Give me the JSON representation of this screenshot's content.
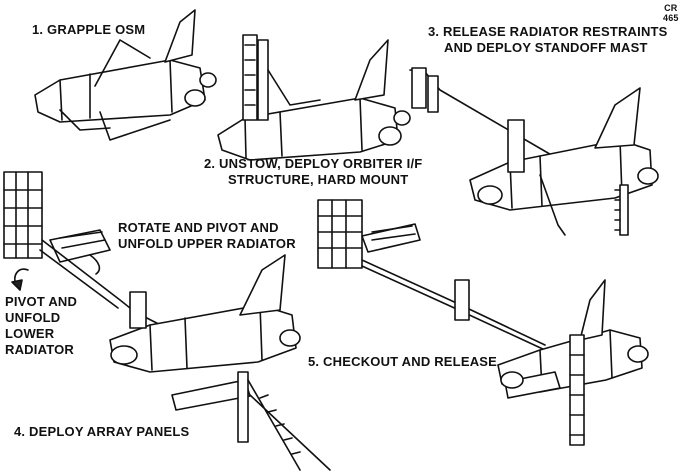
{
  "figure": {
    "id_tag": [
      "CR",
      "465"
    ],
    "colors": {
      "ink": "#111111",
      "background": "#ffffff"
    }
  },
  "steps": {
    "step1": "1. GRAPPLE OSM",
    "step2": [
      "2. UNSTOW, DEPLOY ORBITER I/F",
      "STRUCTURE, HARD MOUNT"
    ],
    "step3": [
      "3. RELEASE RADIATOR RESTRAINTS",
      "AND DEPLOY STANDOFF MAST"
    ],
    "step4": "4. DEPLOY ARRAY PANELS",
    "step5": "5. CHECKOUT AND RELEASE"
  },
  "notes": {
    "upper_radiator": [
      "ROTATE AND PIVOT AND",
      "UNFOLD UPPER RADIATOR"
    ],
    "lower_radiator": [
      "PIVOT AND",
      "UNFOLD",
      "LOWER",
      "RADIATOR"
    ]
  }
}
